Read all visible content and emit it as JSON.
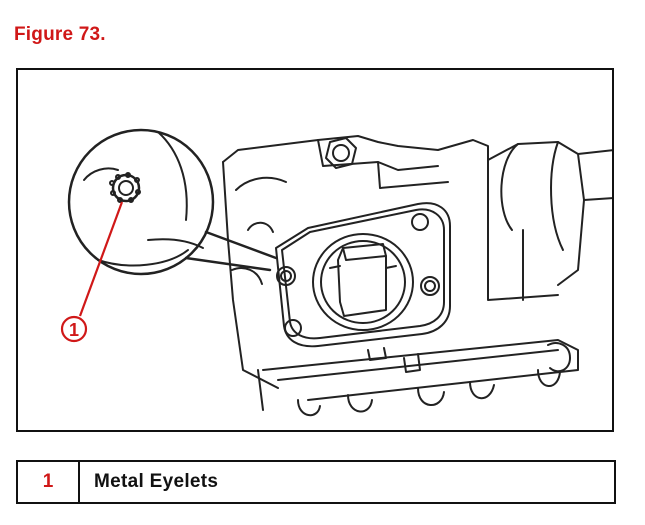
{
  "figure": {
    "title": "Figure 73.",
    "callout_number": "1",
    "accent_color": "#d01818",
    "illustration_icon": "engine-cover-eyelet-illustration"
  },
  "legend": {
    "rows": [
      {
        "number": "1",
        "label": "Metal Eyelets"
      }
    ]
  }
}
